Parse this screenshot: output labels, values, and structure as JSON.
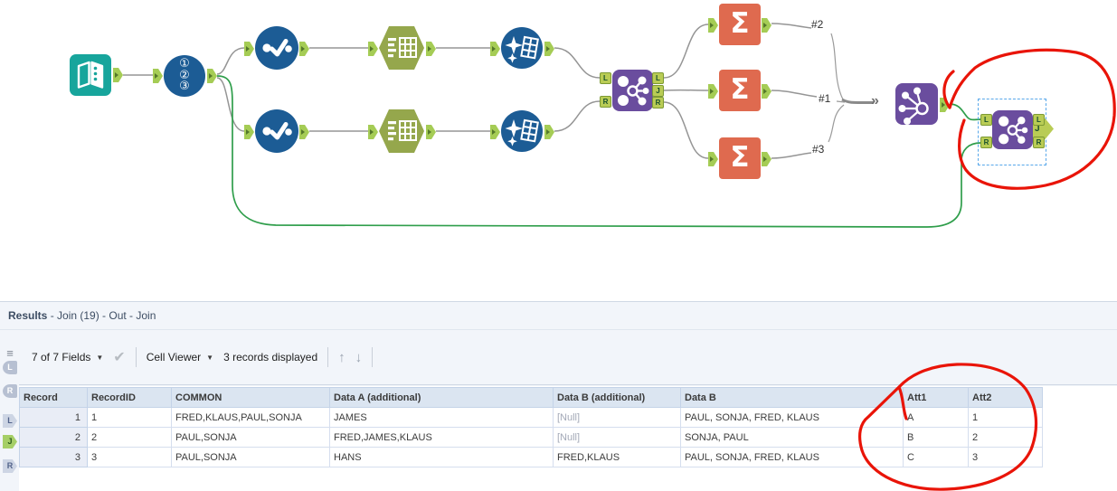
{
  "canvas": {
    "connection_labels": {
      "second": "#2",
      "first": "#1",
      "third": "#3"
    },
    "join_anchors": {
      "in": [
        "L",
        "R"
      ],
      "out": [
        "L",
        "J",
        "R"
      ]
    },
    "icons": {
      "sigma": "Σ",
      "multi_connection": "»",
      "record_numbers": [
        "①",
        "②",
        "③"
      ]
    },
    "colors": {
      "wire_gray": "#959595",
      "wire_green": "#2f9e4b",
      "annotation_red": "#e91408",
      "selection_blue": "#57a7ea",
      "tool_teal": "#17a59c",
      "tool_blue": "#1c5c95",
      "tool_olive": "#95a74c",
      "tool_purple": "#6a4d9e",
      "tool_orange": "#df6a4f",
      "anchor_green": "#a5cc55"
    }
  },
  "results": {
    "title": {
      "primary": "Results",
      "rest": " - Join (19) - Out - Join"
    },
    "toolbar": {
      "fields_dropdown": "7 of 7 Fields",
      "cell_viewer": "Cell Viewer",
      "records_displayed": "3 records displayed",
      "icons": {
        "caret": "▼",
        "check": "✔",
        "up": "↑",
        "down": "↓",
        "menu": "≡"
      }
    },
    "rail": {
      "inputs": [
        "L",
        "R"
      ],
      "outputs": [
        "L",
        "J",
        "R"
      ],
      "active_output": "J"
    },
    "table": {
      "columns": [
        "Record",
        "RecordID",
        "COMMON",
        "Data A (additional)",
        "Data B (additional)",
        "Data B",
        "Att1",
        "Att2"
      ],
      "null_text": "[Null]",
      "rows": [
        [
          "1",
          "1",
          "FRED,KLAUS,PAUL,SONJA",
          "JAMES",
          "[Null]",
          "PAUL, SONJA, FRED, KLAUS",
          "A",
          "1"
        ],
        [
          "2",
          "2",
          "PAUL,SONJA",
          "FRED,JAMES,KLAUS",
          "[Null]",
          "SONJA, PAUL",
          "B",
          "2"
        ],
        [
          "3",
          "3",
          "PAUL,SONJA",
          "HANS",
          "FRED,KLAUS",
          "PAUL, SONJA, FRED, KLAUS",
          "C",
          "3"
        ]
      ]
    }
  }
}
